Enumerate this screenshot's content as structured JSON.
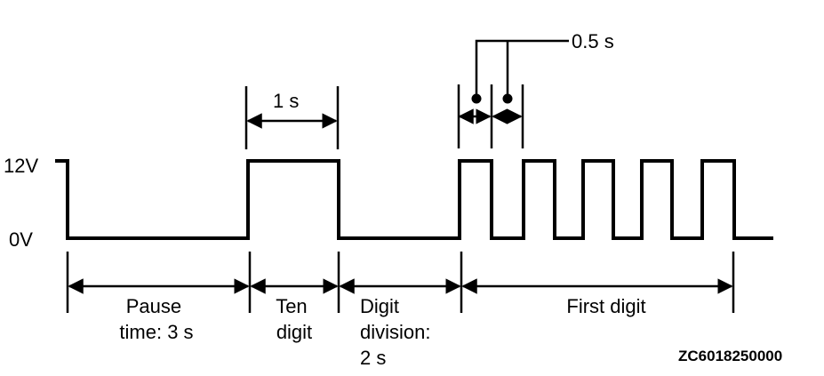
{
  "levels": {
    "high": "12V",
    "low": "0V"
  },
  "annotations": {
    "one_second": "1 s",
    "half_second": "0.5 s"
  },
  "segments": {
    "pause": [
      "Pause",
      "time: 3 s"
    ],
    "ten_digit": [
      "Ten",
      "digit"
    ],
    "digit_division": [
      "Digit",
      "division:",
      "2 s"
    ],
    "first_digit": [
      "First digit"
    ]
  },
  "figure_code": "ZC6018250000"
}
